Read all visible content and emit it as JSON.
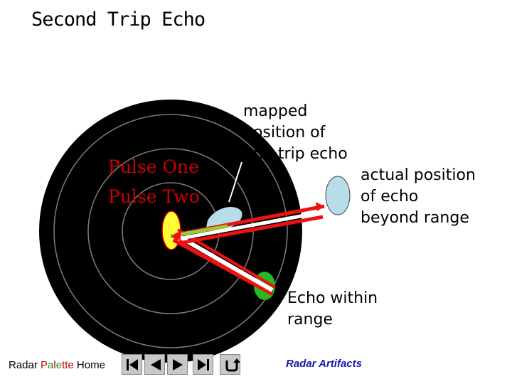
{
  "title": "Second Trip Echo",
  "labels": {
    "pulse_one": "Pulse One",
    "pulse_two": "Pulse Two",
    "mapped_position": [
      "mapped",
      "position of",
      "2nd trip echo"
    ],
    "actual_position": [
      "actual position",
      "of echo",
      "beyond range"
    ],
    "echo_within": [
      "Echo within",
      "range"
    ]
  },
  "footer": {
    "palette_prefix": "Radar ",
    "palette_letters": [
      "P",
      "a",
      "l",
      "e",
      "t",
      "t",
      "e"
    ],
    "palette_suffix": " Home",
    "artifacts_link": "Radar Artifacts"
  },
  "nav_buttons": [
    {
      "icon": "first-icon"
    },
    {
      "icon": "previous-icon"
    },
    {
      "icon": "next-icon"
    },
    {
      "icon": "last-icon"
    },
    {
      "icon": "return-icon"
    }
  ],
  "colors": {
    "radar_background": "#000000",
    "range_ring": "#777777",
    "pulse_text": "#cc0000",
    "pulse_red": "#ee1111",
    "pulse_white": "#ffffff",
    "pulse_green": "#99cc33",
    "echo_blue": "#b7dde8",
    "echo_green": "#22bb22",
    "radar_site": "#ffff33",
    "link_blue": "#1a1aa8",
    "palette_colors": [
      "#cc0000",
      "#228b22",
      "#cc0000",
      "#228b22",
      "#cc0000",
      "#cc0000",
      "#cc0000"
    ]
  }
}
